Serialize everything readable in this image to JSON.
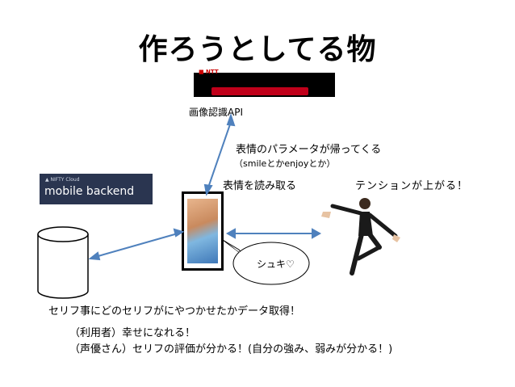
{
  "title": "作ろうとしてる物",
  "api": {
    "logo_small_text": "■ NTT",
    "label": "画像認識API"
  },
  "params": {
    "line1": "表情のパラメータが帰ってくる",
    "line2": "（smileとかenjoyとか）"
  },
  "read_label": "表情を読み取る",
  "tension_label": "テンションが上がる！",
  "backend": {
    "small_text": "▲ NIFTY Cloud",
    "name": "mobile backend"
  },
  "bubble": {
    "text": "シュキ♡"
  },
  "bottom": {
    "line1": "セリフ事にどのセリフがにやつかせたかデータ取得！",
    "line2": "（利用者）幸せになれる！",
    "line3": "（声優さん）セリフの評価が分かる！(自分の強み、弱みが分かる！)"
  }
}
